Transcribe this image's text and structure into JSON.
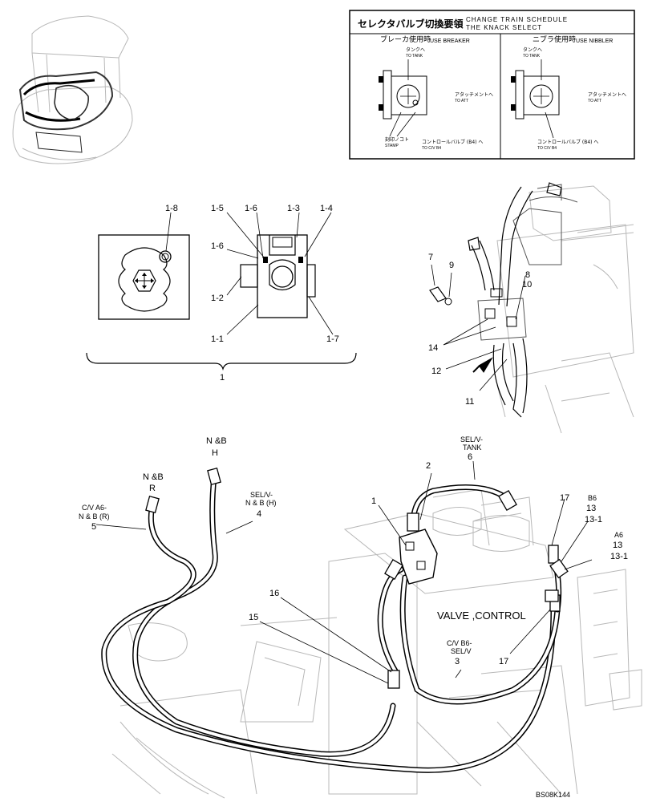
{
  "selector_box": {
    "title_jp": "セレクタバルブ切換要領",
    "title_en_1": "CHANGE TRAIN SCHEDULE",
    "title_en_2": "THE KNACK SELECT",
    "left": {
      "header_jp": "ブレーカ使用時",
      "header_en": "USE BREAKER",
      "tank_jp": "タンクへ",
      "tank_en": "TO TANK",
      "att_jp": "アタッチメントへ",
      "att_en": "TO ATT",
      "stamp_jp": "刻印ノコト",
      "stamp_en": "STAMP",
      "cv_jp": "コントロールバルブ (B4) へ",
      "cv_en": "TO C/V B4"
    },
    "right": {
      "header_jp": "ニブラ使用時",
      "header_en": "USE NIBBLER",
      "tank_jp": "タンクへ",
      "tank_en": "TO TANK",
      "att_jp": "アタッチメントへ",
      "att_en": "TO ATT",
      "cv_jp": "コントロールバルブ (B4) へ",
      "cv_en": "TO C/V B4"
    }
  },
  "detail_labels": {
    "l1_8": "1-8",
    "l1_5": "1-5",
    "l1_6a": "1-6",
    "l1_3": "1-3",
    "l1_4": "1-4",
    "l1_6b": "1-6",
    "l1_2": "1-2",
    "l1_1": "1-1",
    "l1_7": "1-7",
    "l1": "1"
  },
  "assembly_labels": {
    "l7": "7",
    "l9": "9",
    "l8": "8",
    "l10": "10",
    "l14": "14",
    "l12": "12",
    "l11": "11"
  },
  "hose_labels": {
    "nb_h_1": "N &B",
    "nb_h_2": "H",
    "nb_r_1": "N &B",
    "nb_r_2": "R",
    "cv_a6_1": "C/V A6-",
    "cv_a6_2": "N & B (R)",
    "l5": "5",
    "sel_1": "SEL/V-",
    "sel_2": "N & B (H)",
    "l4": "4",
    "selv_tank_1": "SEL/V-",
    "selv_tank_2": "TANK",
    "l6": "6",
    "l1": "1",
    "l2": "2",
    "l16": "16",
    "l15": "15",
    "valve_control": "VALVE ,CONTROL",
    "cv_b6_1": "C/V B6-",
    "cv_b6_2": "SEL/V",
    "l3": "3",
    "l17a": "17",
    "b6": "B6",
    "l13a": "13",
    "l13_1a": "13-1",
    "a6": "A6",
    "l13b": "13",
    "l13_1b": "13-1",
    "l17b": "17"
  },
  "footer": {
    "code": "BS08K144"
  }
}
